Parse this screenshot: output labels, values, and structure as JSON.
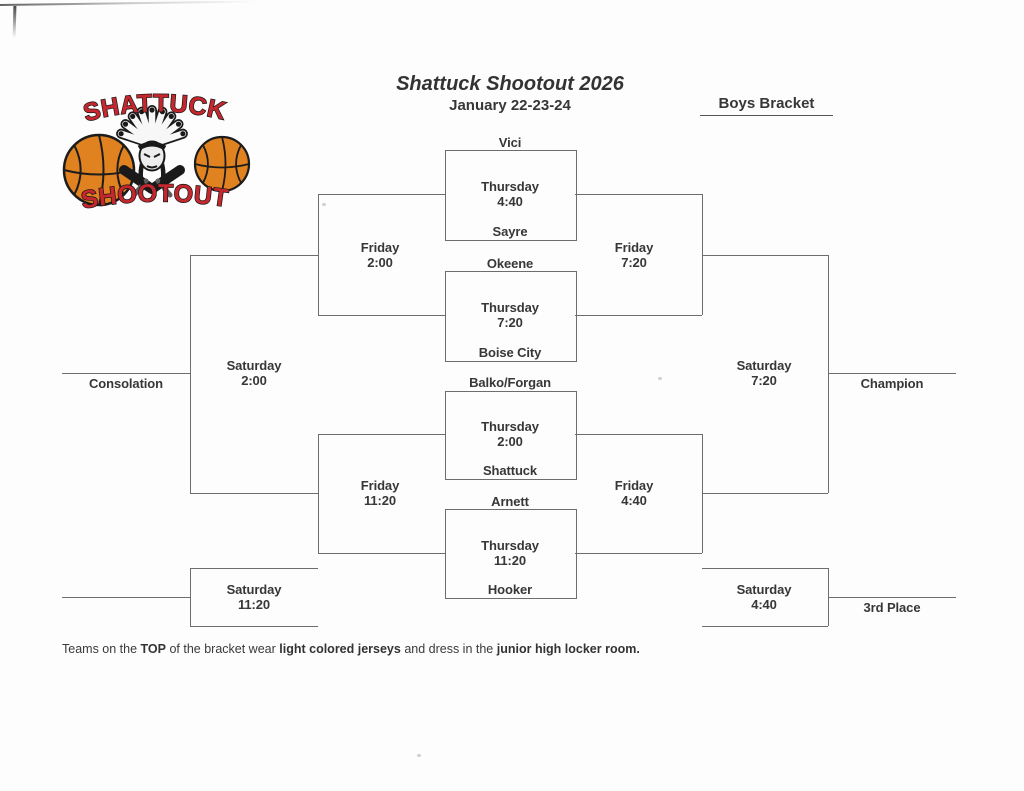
{
  "page": {
    "title": "Shattuck Shootout 2026",
    "dates": "January 22-23-24",
    "bracket_label": "Boys Bracket"
  },
  "logo": {
    "top_text": "SHATTUCK",
    "bottom_text": "SHOOTOUT",
    "text_red": "#c4282e",
    "ball_orange": "#e08220"
  },
  "games": {
    "game1": {
      "top_team": "Vici",
      "bottom_team": "Sayre",
      "day": "Thursday",
      "time": "4:40"
    },
    "game2": {
      "top_team": "Okeene",
      "bottom_team": "Boise City",
      "day": "Thursday",
      "time": "7:20"
    },
    "game3": {
      "top_team": "Balko/Forgan",
      "bottom_team": "Shattuck",
      "day": "Thursday",
      "time": "2:00"
    },
    "game4": {
      "top_team": "Arnett",
      "bottom_team": "Hooker",
      "day": "Thursday",
      "time": "11:20"
    },
    "consolation_semi_top": {
      "day": "Friday",
      "time": "2:00"
    },
    "winners_semi_top": {
      "day": "Friday",
      "time": "7:20"
    },
    "consolation_semi_bottom": {
      "day": "Friday",
      "time": "11:20"
    },
    "winners_semi_bottom": {
      "day": "Friday",
      "time": "4:40"
    },
    "consolation_final": {
      "day": "Saturday",
      "time": "2:00"
    },
    "championship": {
      "day": "Saturday",
      "time": "7:20"
    },
    "consolation_bottom_game": {
      "day": "Saturday",
      "time": "11:20"
    },
    "third_place_game": {
      "day": "Saturday",
      "time": "4:40"
    }
  },
  "result_labels": {
    "consolation": "Consolation",
    "champion": "Champion",
    "third_place": "3rd Place"
  },
  "footnote": {
    "part1": "Teams on the ",
    "bold1": "TOP",
    "part2": " of the bracket wear ",
    "bold2": "light colored jerseys",
    "part3": " and dress in the ",
    "bold3": "junior high locker room."
  }
}
